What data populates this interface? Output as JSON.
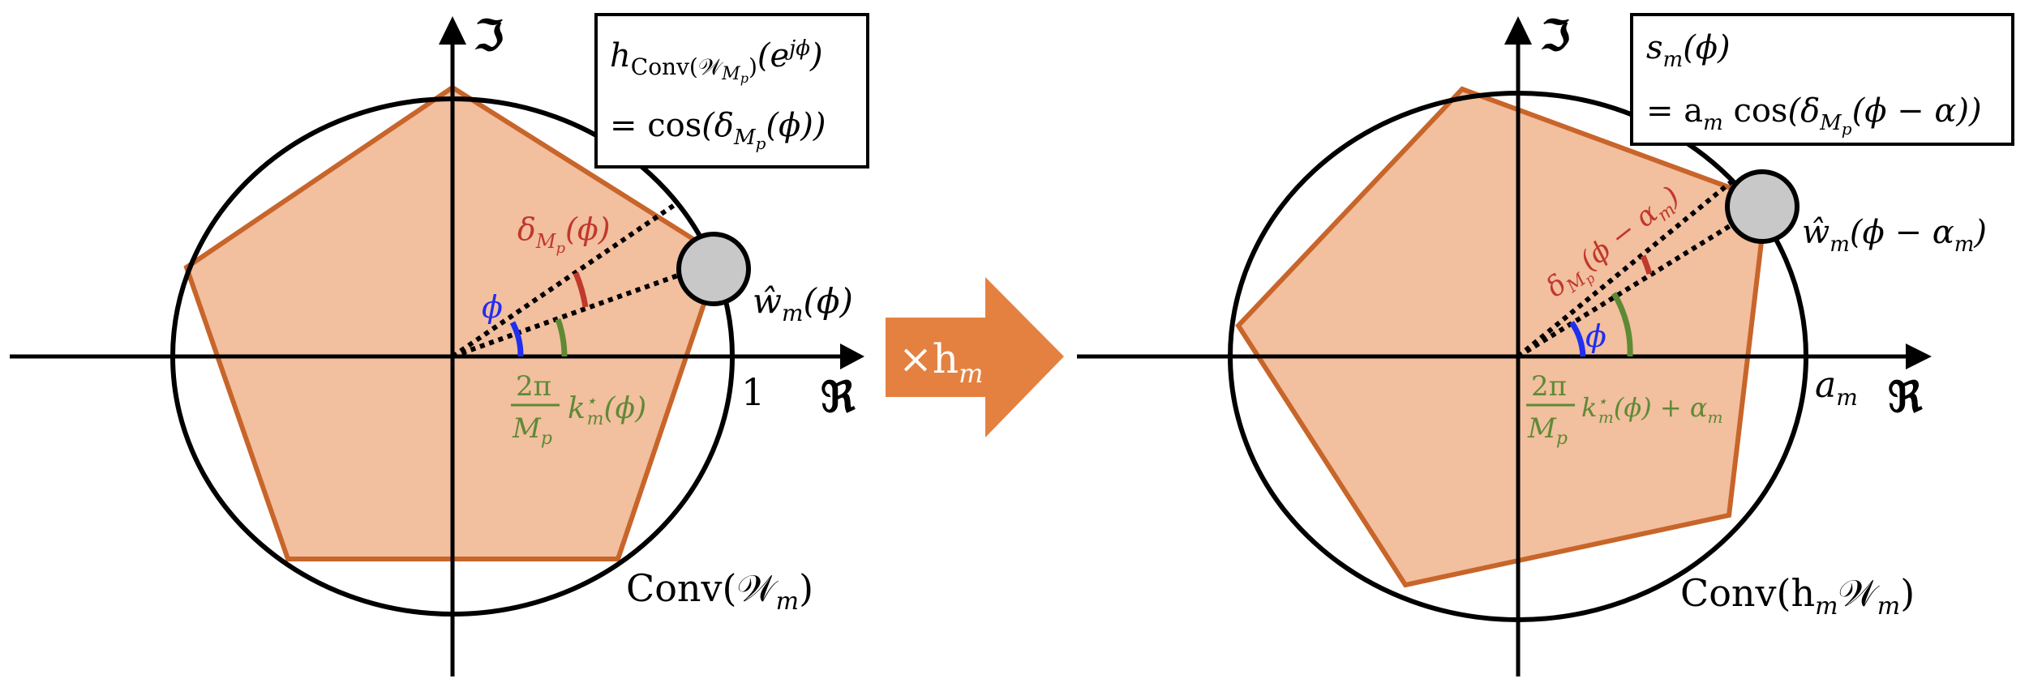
{
  "colors": {
    "pentagon_fill": "#f2bf9f",
    "pentagon_stroke": "#c8652a",
    "arrow_fill": "#e58140",
    "phi_color": "#1f2ff0",
    "delta_color": "#c0392b",
    "k_color": "#5f8a35",
    "point_fill": "#c8c8c8",
    "ink": "#000000"
  },
  "left": {
    "imag_axis": "ℑ",
    "real_axis": "ℜ",
    "unit_label": "1",
    "box_line1_h": "h",
    "box_line1_sub": "Conv(𝒲",
    "box_line1_subsub": "M",
    "box_line1_subsubsub": "p",
    "box_line1_close": ")",
    "box_line1_arg": "(e",
    "box_line1_sup": "jϕ",
    "box_line1_argclose": ")",
    "box_line2_eq": "= cos",
    "box_line2_delta": "(δ",
    "box_line2_sub": "M",
    "box_line2_subsub": "p",
    "box_line2_arg": "(ϕ))",
    "delta_label": "δ",
    "delta_sub": "M",
    "delta_subsub": "p",
    "delta_arg": "(ϕ)",
    "phi_label": "ϕ",
    "k_num": "2π",
    "k_den": "M",
    "k_den_sub": "p",
    "k_term": "k",
    "k_sup": "⋆",
    "k_sub": "m",
    "k_arg": "(ϕ)",
    "point_label": "ŵ",
    "point_sub": "m",
    "point_arg": "(ϕ)",
    "set_label": "Conv(𝒲",
    "set_sub": "m",
    "set_close": ")"
  },
  "middle": {
    "arrow_label": "×h",
    "arrow_sub": "m"
  },
  "right": {
    "imag_axis": "ℑ",
    "real_axis": "ℜ",
    "radius_label": "a",
    "radius_sub": "m",
    "box_line1": "s",
    "box_line1_sub": "m",
    "box_line1_arg": "(ϕ)",
    "box_line2_eq": "= a",
    "box_line2_sub": "m",
    "box_line2_cos": " cos",
    "box_line2_delta": "(δ",
    "box_line2_dsub": "M",
    "box_line2_dsubsub": "p",
    "box_line2_arg": "(ϕ − α))",
    "delta_label": "δ",
    "delta_sub": "M",
    "delta_subsub": "p",
    "delta_arg": "(ϕ − α",
    "delta_arg_sub": "m",
    "delta_close": ")",
    "phi_label": "ϕ",
    "k_num": "2π",
    "k_den": "M",
    "k_den_sub": "p",
    "k_term": "k",
    "k_sup": "⋆",
    "k_sub": "m",
    "k_arg": "(ϕ) + α",
    "k_arg_sub": "m",
    "point_label": "ŵ",
    "point_sub": "m",
    "point_arg": "(ϕ − α",
    "point_arg_sub": "m",
    "point_close": ")",
    "set_label": "Conv(h",
    "set_sub": "m",
    "set_mid": "𝒲",
    "set_sub2": "m",
    "set_close": ")"
  }
}
